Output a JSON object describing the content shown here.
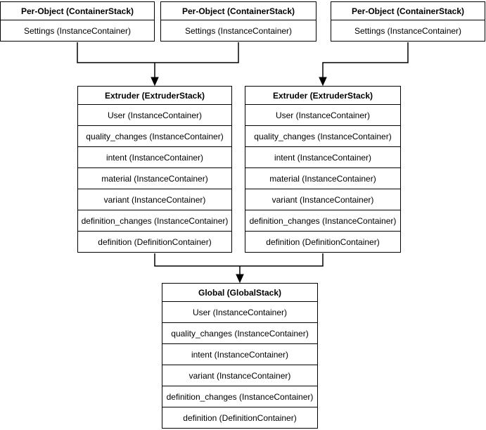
{
  "colors": {
    "line": "#000000",
    "background": "#ffffff",
    "text": "#000000"
  },
  "nodes": {
    "per_object_1": {
      "title": "Per-Object (ContainerStack)",
      "rows": [
        "Settings (InstanceContainer)"
      ]
    },
    "per_object_2": {
      "title": "Per-Object (ContainerStack)",
      "rows": [
        "Settings (InstanceContainer)"
      ]
    },
    "per_object_3": {
      "title": "Per-Object (ContainerStack)",
      "rows": [
        "Settings (InstanceContainer)"
      ]
    },
    "extruder_1": {
      "title": "Extruder (ExtruderStack)",
      "rows": [
        "User (InstanceContainer)",
        "quality_changes (InstanceContainer)",
        "intent (InstanceContainer)",
        "material (InstanceContainer)",
        "variant (InstanceContainer)",
        "definition_changes (InstanceContainer)",
        "definition (DefinitionContainer)"
      ]
    },
    "extruder_2": {
      "title": "Extruder (ExtruderStack)",
      "rows": [
        "User (InstanceContainer)",
        "quality_changes (InstanceContainer)",
        "intent (InstanceContainer)",
        "material (InstanceContainer)",
        "variant (InstanceContainer)",
        "definition_changes (InstanceContainer)",
        "definition (DefinitionContainer)"
      ]
    },
    "global": {
      "title": "Global (GlobalStack)",
      "rows": [
        "User (InstanceContainer)",
        "quality_changes (InstanceContainer)",
        "intent (InstanceContainer)",
        "variant (InstanceContainer)",
        "definition_changes (InstanceContainer)",
        "definition (DefinitionContainer)"
      ]
    }
  },
  "edges": [
    {
      "from": "per_object_1",
      "to": "extruder_1"
    },
    {
      "from": "per_object_2",
      "to": "extruder_1"
    },
    {
      "from": "per_object_3",
      "to": "extruder_2"
    },
    {
      "from": "extruder_1",
      "to": "global"
    },
    {
      "from": "extruder_2",
      "to": "global"
    }
  ]
}
